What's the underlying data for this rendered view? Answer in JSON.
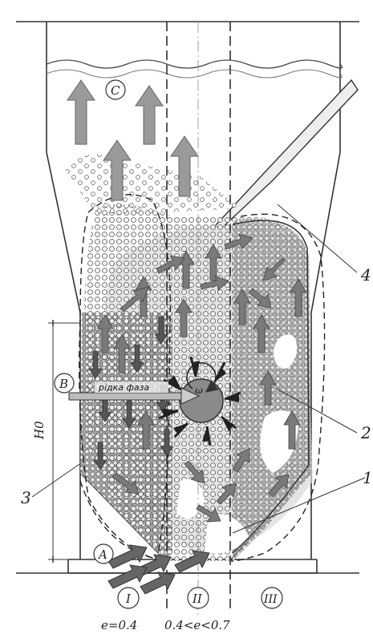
{
  "zones": {
    "C": "C",
    "B": "B",
    "A": "A",
    "I": "I",
    "II": "II",
    "III": "III"
  },
  "callouts": {
    "n1": "1",
    "n2": "2",
    "n3": "3",
    "n4": "4"
  },
  "height_label": "H0",
  "omega_label": "ω",
  "liquid_phase_label": "рідка фаза",
  "porosity": {
    "e1": "e=0.4",
    "e2": "0.4<e<0.7"
  }
}
